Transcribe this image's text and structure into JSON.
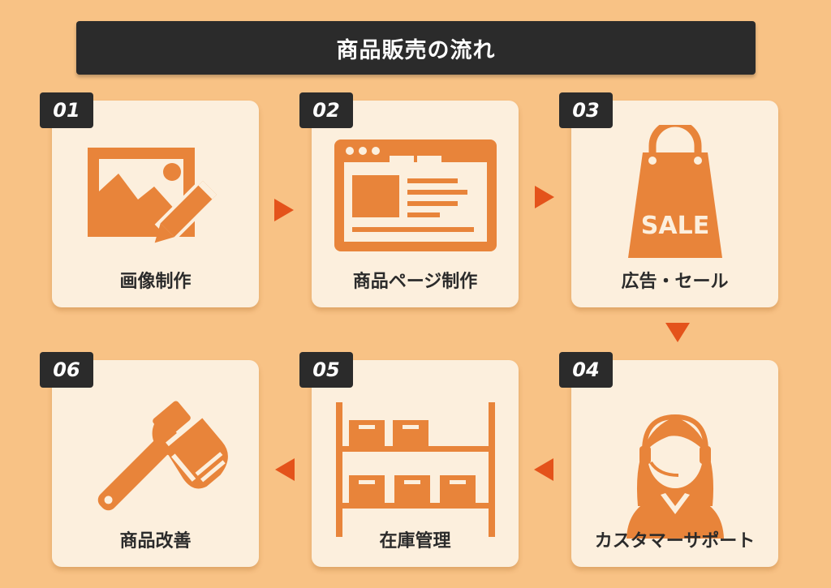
{
  "title": "商品販売の流れ",
  "steps": [
    {
      "num": "01",
      "label": "画像制作",
      "icon": "image-edit-icon"
    },
    {
      "num": "02",
      "label": "商品ページ制作",
      "icon": "webpage-icon"
    },
    {
      "num": "03",
      "label": "広告・セール",
      "icon": "sale-bag-icon",
      "icon_text": "SALE"
    },
    {
      "num": "04",
      "label": "カスタマーサポート",
      "icon": "support-operator-icon"
    },
    {
      "num": "05",
      "label": "在庫管理",
      "icon": "inventory-shelf-icon"
    },
    {
      "num": "06",
      "label": "商品改善",
      "icon": "wrench-hand-icon"
    }
  ],
  "colors": {
    "background": "#f8c285",
    "card": "#fcefdd",
    "icon": "#e8843a",
    "arrow": "#e4531b",
    "dark": "#2b2b2b"
  }
}
